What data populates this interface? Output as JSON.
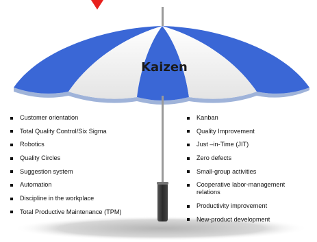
{
  "title": "Kaizen",
  "left_items": [
    "Customer orientation",
    "Total Quality Control/Six Sigma",
    "Robotics",
    "Quality Circles",
    "Suggestion system",
    "Automation",
    "Discipline in the workplace",
    "Total Productive Maintenance (TPM)"
  ],
  "right_items": [
    "Kanban",
    "Quality Improvement",
    "Just –in-Time (JIT)",
    "Zero defects",
    "Small-group activities",
    "Cooperative labor-management relations",
    "Productivity improvement",
    "New-product development"
  ],
  "colors": {
    "umbrella_blue": "#3a67d6",
    "umbrella_white": "#f4f4f4",
    "pointer_red": "#e8201d",
    "handle_dark": "#303030"
  }
}
